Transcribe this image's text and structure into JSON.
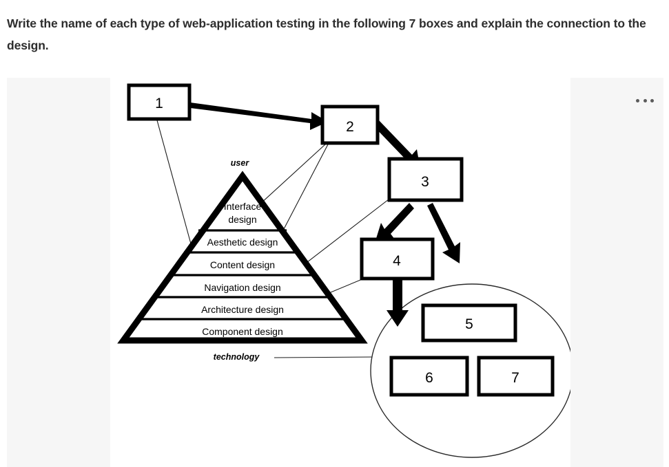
{
  "question": {
    "prompt": "Write the name of each type of web-application testing in the following 7 boxes and explain the connection to the design."
  },
  "attachment": {
    "more_menu_icon": "ellipsis-icon",
    "alt": "Web engineering design pyramid with seven numbered testing boxes"
  },
  "diagram": {
    "top_label": "user",
    "bottom_label": "technology",
    "pyramid_layers": [
      {
        "id": "interface-design",
        "line1": "Interface",
        "line2": "design"
      },
      {
        "id": "aesthetic-design",
        "line1": "Aesthetic design",
        "line2": ""
      },
      {
        "id": "content-design",
        "line1": "Content  design",
        "line2": ""
      },
      {
        "id": "navigation-design",
        "line1": "Navigation design",
        "line2": ""
      },
      {
        "id": "architecture-design",
        "line1": "Architecture design",
        "line2": ""
      },
      {
        "id": "component-design",
        "line1": "Component  design",
        "line2": ""
      }
    ],
    "boxes": [
      {
        "id": "box-1",
        "label": "1"
      },
      {
        "id": "box-2",
        "label": "2"
      },
      {
        "id": "box-3",
        "label": "3"
      },
      {
        "id": "box-4",
        "label": "4"
      },
      {
        "id": "box-5",
        "label": "5"
      },
      {
        "id": "box-6",
        "label": "6"
      },
      {
        "id": "box-7",
        "label": "7"
      }
    ],
    "colors": {
      "stroke": "#000000",
      "fill": "#ffffff",
      "panel_background": "#f6f6f6",
      "text": "#000000"
    }
  }
}
